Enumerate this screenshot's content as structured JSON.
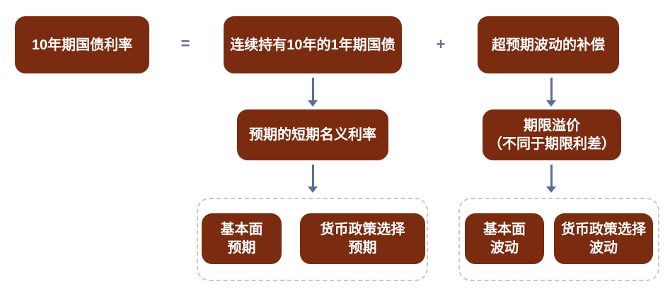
{
  "colors": {
    "box_fill": "#7B2B10",
    "box_text": "#FFFFFF",
    "connector": "#5E6E93",
    "group_border": "#CBC8BD",
    "background": "#FFFFFF"
  },
  "top": {
    "rate_10y": "10年期国债利率",
    "equals": "=",
    "rolling_1y": "连续持有10年的1年期国债",
    "plus": "+",
    "compensation": "超预期波动的补偿"
  },
  "mid": {
    "expected_short_rate": "预期的短期名义利率",
    "term_premium_line1": "期限溢价",
    "term_premium_line2": "（不同于期限利差）"
  },
  "bottom": {
    "expectation_group": {
      "fundamental_line1": "基本面",
      "fundamental_line2": "预期",
      "policy_line1": "货币政策选择",
      "policy_line2": "预期"
    },
    "volatility_group": {
      "fundamental_line1": "基本面",
      "fundamental_line2": "波动",
      "policy_line1": "货币政策选择",
      "policy_line2": "波动"
    }
  }
}
